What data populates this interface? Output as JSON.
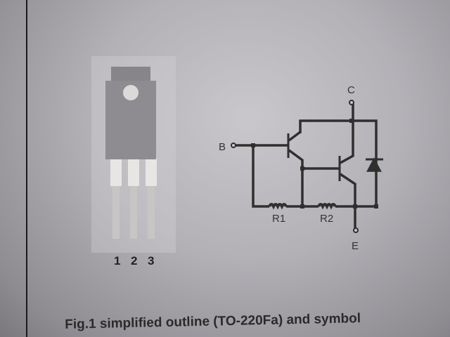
{
  "figure": {
    "caption": "Fig.1 simplified outline (TO-220Fa) and symbol",
    "pin_labels": [
      "1",
      "2",
      "3"
    ],
    "terminals": {
      "base": "B",
      "collector": "C",
      "emitter": "E"
    },
    "resistors": [
      "R1",
      "R2"
    ]
  }
}
